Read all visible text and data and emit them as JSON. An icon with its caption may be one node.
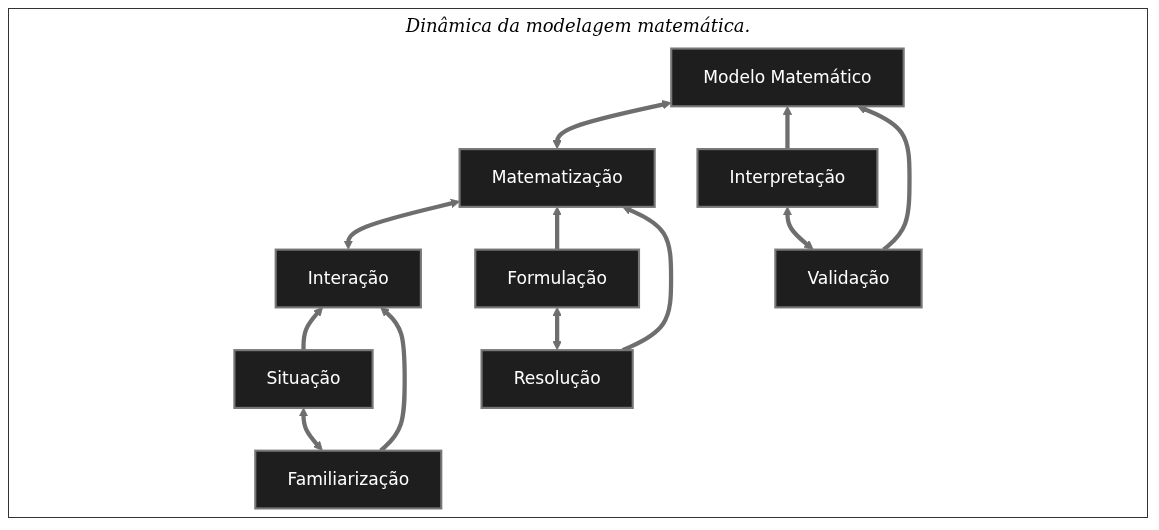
{
  "diagram": {
    "title": "Dinâmica da modelagem matemática.",
    "nodes": [
      {
        "text": [
          "Interação"
        ]
      },
      {
        "text": [
          "Matematização"
        ]
      },
      {
        "text": [
          "Modelo Matemático"
        ]
      },
      {
        "text": [
          "Situação"
        ]
      },
      {
        "text": [
          "Formulação"
        ]
      },
      {
        "text": [
          "Interpretação"
        ]
      },
      {
        "text": [
          "Familiarização"
        ]
      },
      {
        "text": [
          "Resolução"
        ]
      },
      {
        "text": [
          "Validação"
        ]
      }
    ],
    "edges": [
      {
        "from": 0,
        "to": 1,
        "arrow": "both"
      },
      {
        "from": 1,
        "to": 2,
        "arrow": "both"
      },
      {
        "from": 3,
        "to": 0,
        "arrow": "to"
      },
      {
        "from": 6,
        "to": 0,
        "arrow": "to"
      },
      {
        "from": 6,
        "to": 3,
        "arrow": "both"
      },
      {
        "from": 4,
        "to": 1,
        "arrow": "to"
      },
      {
        "from": 7,
        "to": 1,
        "arrow": "to"
      },
      {
        "from": 7,
        "to": 4,
        "arrow": "both"
      },
      {
        "from": 5,
        "to": 2,
        "arrow": "to"
      },
      {
        "from": 8,
        "to": 2,
        "arrow": "to"
      },
      {
        "from": 8,
        "to": 5,
        "arrow": "both"
      }
    ]
  }
}
